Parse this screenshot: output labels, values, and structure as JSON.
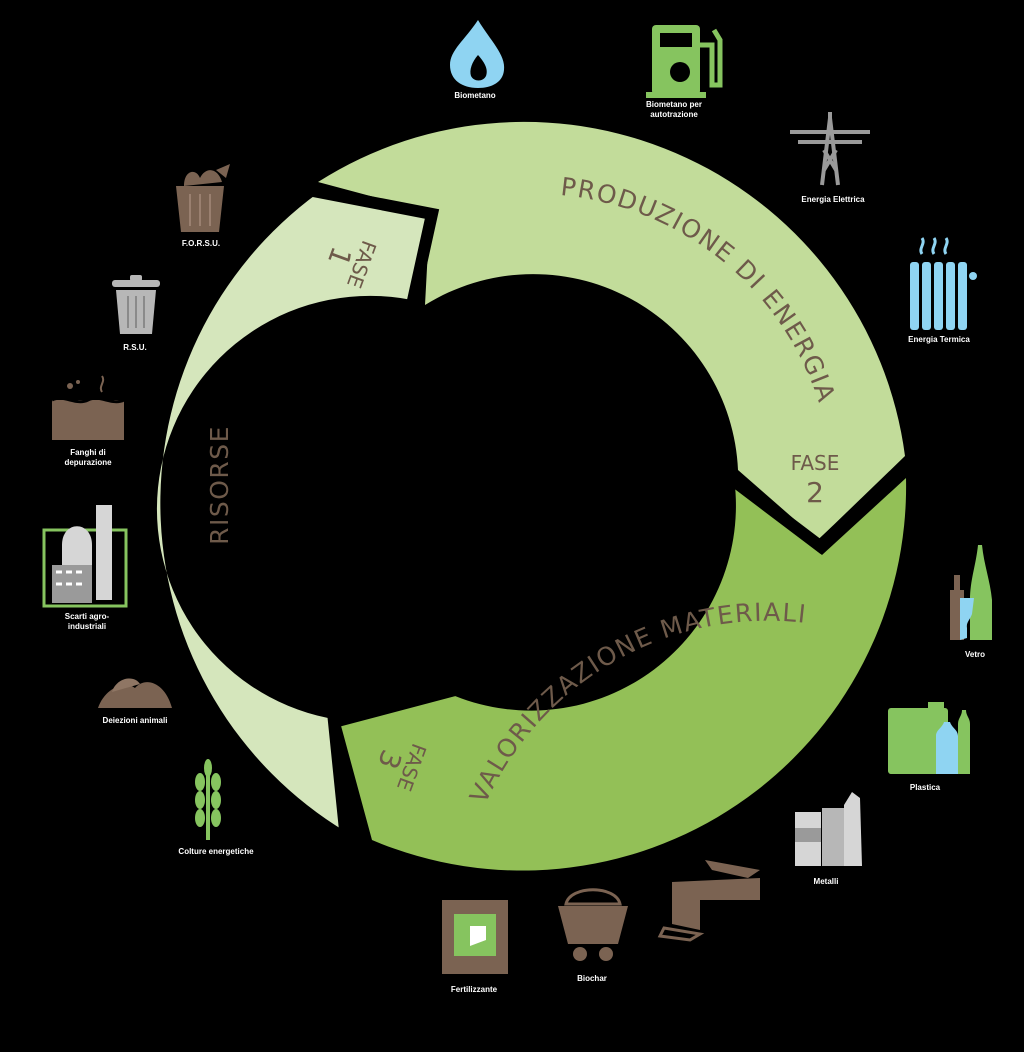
{
  "phases": [
    {
      "title": "RISORSE",
      "fase_label": "FASE",
      "fase_number": "1"
    },
    {
      "title": "PRODUZIONE DI ENERGIA",
      "fase_label": "FASE",
      "fase_number": "2"
    },
    {
      "title": "VALORIZZAZIONE MATERIALI",
      "fase_label": "FASE",
      "fase_number": "3"
    }
  ],
  "items": {
    "biometano": "Biometano",
    "biometano_auto": "Biometano per autotrazione",
    "energia_elettrica": "Energia Elettrica",
    "energia_termica": "Energia Termica",
    "vetro": "Vetro",
    "plastica": "Plastica",
    "metalli": "Metalli",
    "biochar": "Biochar",
    "fertilizzante": "Fertilizzante",
    "colture": "Colture energetiche",
    "deiezioni": "Deiezioni animali",
    "scarti": "Scarti agro-industriali",
    "fanghi": "Fanghi di depurazione",
    "rsu": "R.S.U.",
    "forsu": "F.O.R.S.U."
  },
  "colors": {
    "ring_light": "#d5e6bc",
    "ring_mid": "#c2dc9a",
    "ring_dark": "#93c057",
    "brown": "#7b6352",
    "grey": "#b7b7b7",
    "blue": "#8fd4f2",
    "green": "#86c45f",
    "text": "#6e5a4a"
  }
}
